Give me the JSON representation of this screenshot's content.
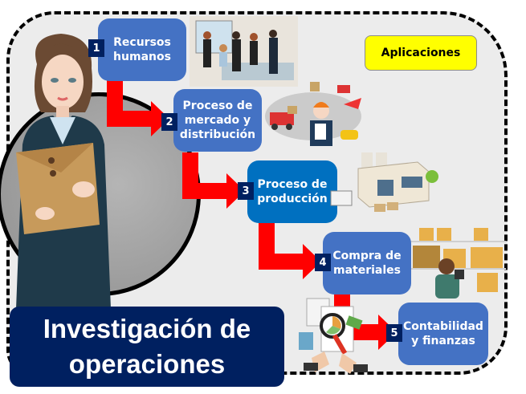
{
  "diagram": {
    "title_line1": "Investigación de",
    "title_line2": "operaciones",
    "applications_label": "Aplicaciones",
    "steps": [
      {
        "number": "1",
        "label_line1": "Recursos",
        "label_line2": "humanos",
        "label_line3": ""
      },
      {
        "number": "2",
        "label_line1": "Proceso de",
        "label_line2": "mercado y",
        "label_line3": "distribución"
      },
      {
        "number": "3",
        "label_line1": "Proceso de",
        "label_line2": "producción",
        "label_line3": ""
      },
      {
        "number": "4",
        "label_line1": "Compra de",
        "label_line2": "materiales",
        "label_line3": ""
      },
      {
        "number": "5",
        "label_line1": "Contabilidad",
        "label_line2": "y finanzas",
        "label_line3": ""
      }
    ],
    "illustrations": [
      "businesswoman-with-folder",
      "office-team",
      "logistics-world-map",
      "factory-warehouse",
      "warehouse-shelves-worker",
      "accounting-documents-magnifier"
    ],
    "colors": {
      "box_blue": "#4472c4",
      "box_blue_dark": "#0070c0",
      "number_navy": "#002060",
      "arrow_red": "#ff0000",
      "applications_yellow": "#ffff00",
      "background_gray": "#ececec"
    }
  }
}
